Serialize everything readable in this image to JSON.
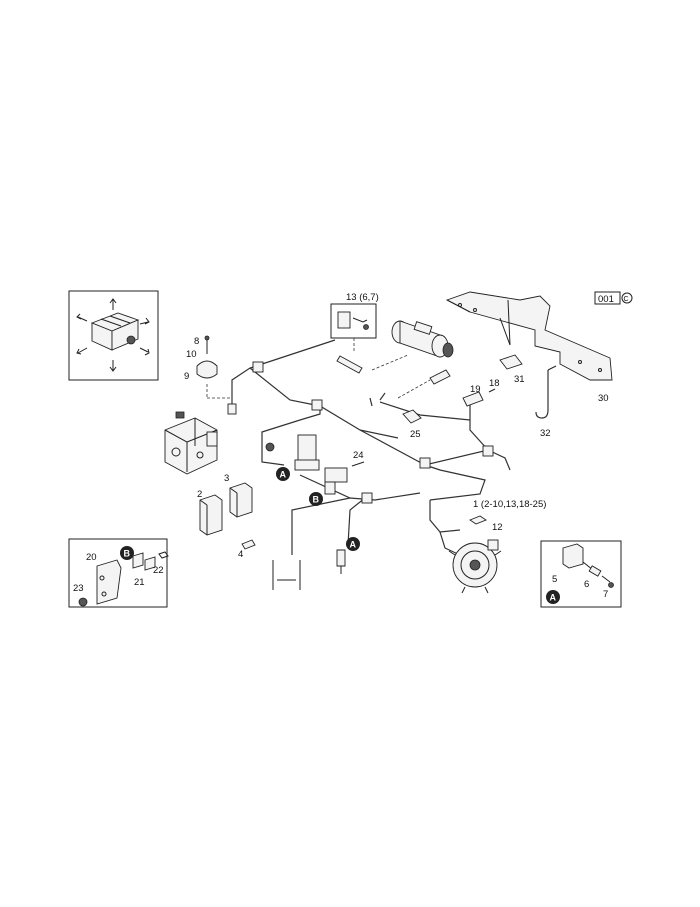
{
  "page_code": "001",
  "page_code_suffix": "C",
  "callouts": {
    "c1": "1 (2-10,13,18-25)",
    "c2": "2",
    "c3": "3",
    "c4": "4",
    "c5": "5",
    "c6": "6",
    "c7": "7",
    "c8": "8",
    "c9": "9",
    "c10": "10",
    "c12": "12",
    "c13": "13 (6,7)",
    "c18": "18",
    "c19": "19",
    "c20": "20",
    "c21": "21",
    "c22": "22",
    "c23": "23",
    "c24": "24",
    "c25": "25",
    "c30": "30",
    "c31": "31",
    "c32": "32"
  },
  "refs": {
    "a": "A",
    "b": "B"
  }
}
